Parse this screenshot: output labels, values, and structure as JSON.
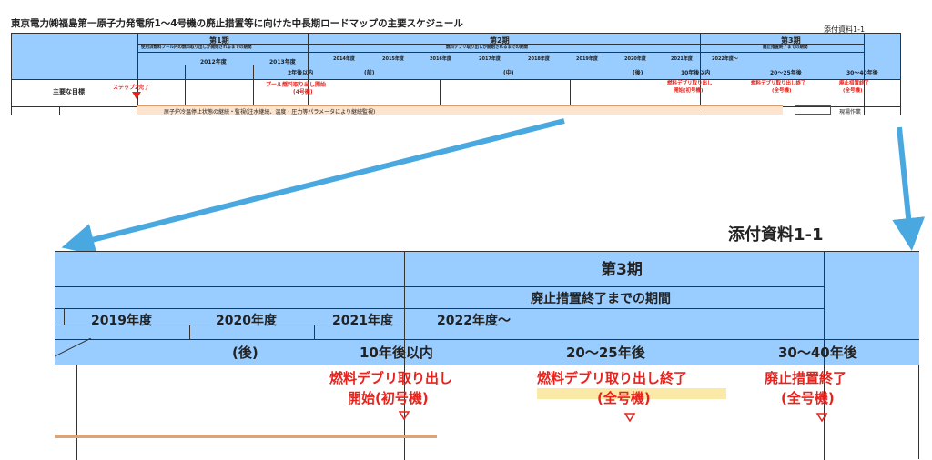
{
  "doc": {
    "title": "東京電力㈱福島第一原子力発電所1～4号機の廃止措置等に向けた中長期ロードマップの主要スケジュール",
    "attachment": "添付資料1-1"
  },
  "top": {
    "phase1": "第1期",
    "phase1_sub": "使用済燃料プール内の燃料取り出しが開始されるまでの期間",
    "phase2": "第2期",
    "phase2_sub": "燃料デブリ取り出しが開始されるまでの期間",
    "phase3": "第3期",
    "phase3_sub": "廃止措置終了までの期間",
    "years": [
      "2012年度",
      "2013年度",
      "2014年度",
      "2015年度",
      "2016年度",
      "2017年度",
      "2018年度",
      "2019年度",
      "2020年度",
      "2021年度",
      "2022年度～"
    ],
    "spans": [
      "2年後以内",
      "(前)",
      "(中)",
      "(後)",
      "10年後以内",
      "20～25年後",
      "30～40年後"
    ],
    "row_label": "主要な目標",
    "milestones": [
      {
        "line1": "ステップ2完了",
        "line2": ""
      },
      {
        "line1": "プール燃料取り出し開始",
        "line2": "(4号機)"
      },
      {
        "line1": "燃料デブリ取り出し",
        "line2": "開始(初号機)"
      },
      {
        "line1": "燃料デブリ取り出し終了",
        "line2": "(全号機)"
      },
      {
        "line1": "廃止措置終了",
        "line2": "(全号機)"
      }
    ],
    "bar_text": "原子炉冷温停止状態の継続・監視(注水継続、温度・圧力等パラメータにより継続監視)",
    "legend": "現場作業"
  },
  "zoom": {
    "phase3": "第3期",
    "phase3_sub": "廃止措置終了までの期間",
    "years": [
      "2019年度",
      "2020年度",
      "2021年度",
      "2022年度～"
    ],
    "spans": [
      "(後)",
      "10年後以内",
      "20～25年後",
      "30～40年後"
    ],
    "milestones": [
      {
        "line1": "燃料デブリ取り出し",
        "line2": "開始(初号機)"
      },
      {
        "line1": "燃料デブリ取り出し終了",
        "line2": "(全号機)"
      },
      {
        "line1": "廃止措置終了",
        "line2": "(全号機)"
      }
    ]
  },
  "colors": {
    "header": "#99ccff",
    "arrow": "#4aa8e0",
    "milestone": "#e8231d"
  }
}
